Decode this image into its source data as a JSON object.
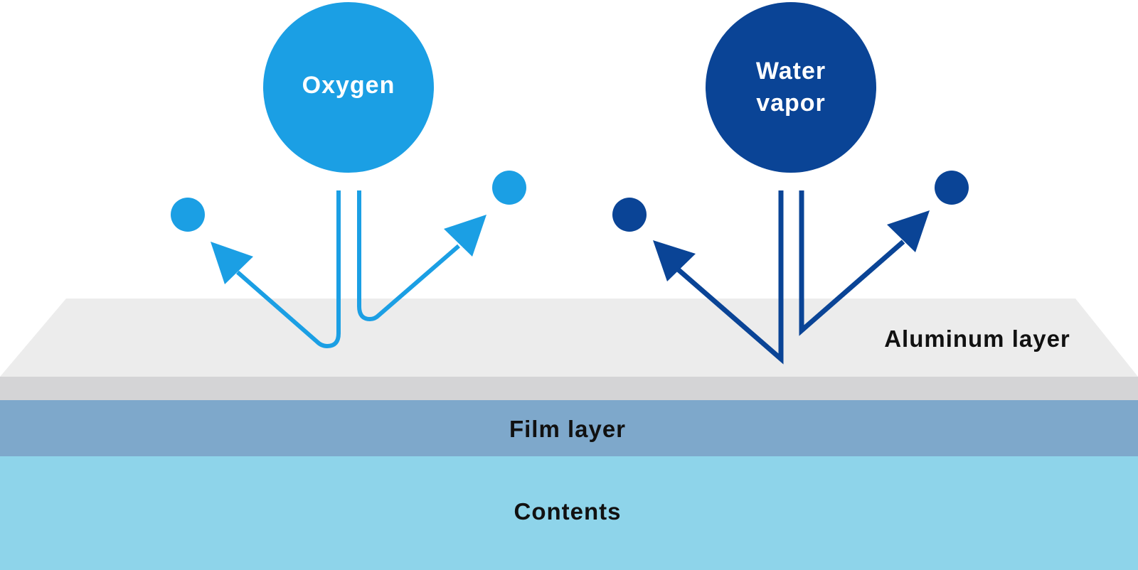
{
  "molecules": {
    "oxygen": {
      "label": "Oxygen",
      "color": "#1b9fe4"
    },
    "water_vapor": {
      "label_line1": "Water",
      "label_line2": "vapor",
      "color": "#0a4496"
    }
  },
  "layers": {
    "aluminum": {
      "label": "Aluminum layer",
      "top_color": "#ececec",
      "edge_color": "#d4d4d6"
    },
    "film": {
      "label": "Film layer",
      "color": "#7ea8cb"
    },
    "contents": {
      "label": "Contents",
      "color": "#8ed4ea"
    }
  },
  "colors": {
    "text_dark": "#111111",
    "text_light": "#ffffff"
  }
}
